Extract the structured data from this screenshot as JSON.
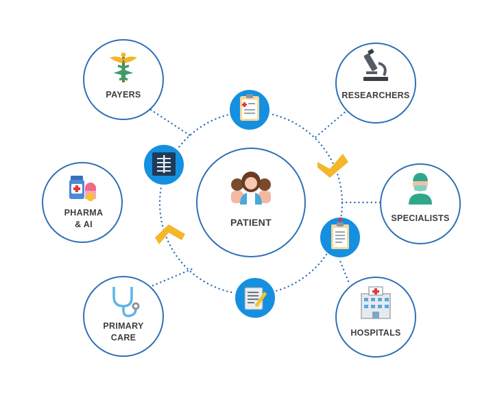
{
  "center": {
    "label": "PATIENT"
  },
  "nodes": {
    "payers": {
      "label": "PAYERS"
    },
    "researchers": {
      "label": "RESEARCHERS"
    },
    "specialists": {
      "label": "SPECIALISTS"
    },
    "hospitals": {
      "label": "HOSPITALS"
    },
    "primary_care": {
      "line1": "PRIMARY",
      "line2": "CARE"
    },
    "pharma": {
      "line1": "PHARMA",
      "line2": "& AI"
    }
  },
  "colors": {
    "outline": "#2f6fb5",
    "dots": "#2f6fb5",
    "icon_circle": "#1590e0",
    "chevron": "#f4b62b",
    "text": "#3d3d3d"
  },
  "icons": {
    "payers": "caduceus-icon",
    "researchers": "microscope-icon",
    "specialists": "surgeon-icon",
    "hospitals": "hospital-building-icon",
    "primary_care": "stethoscope-icon",
    "pharma": "medicine-bottle-icon",
    "center": "patient-group-icon",
    "ring": [
      "clipboard-medical-icon",
      "xray-icon",
      "medical-report-icon",
      "prescription-pen-icon"
    ]
  }
}
